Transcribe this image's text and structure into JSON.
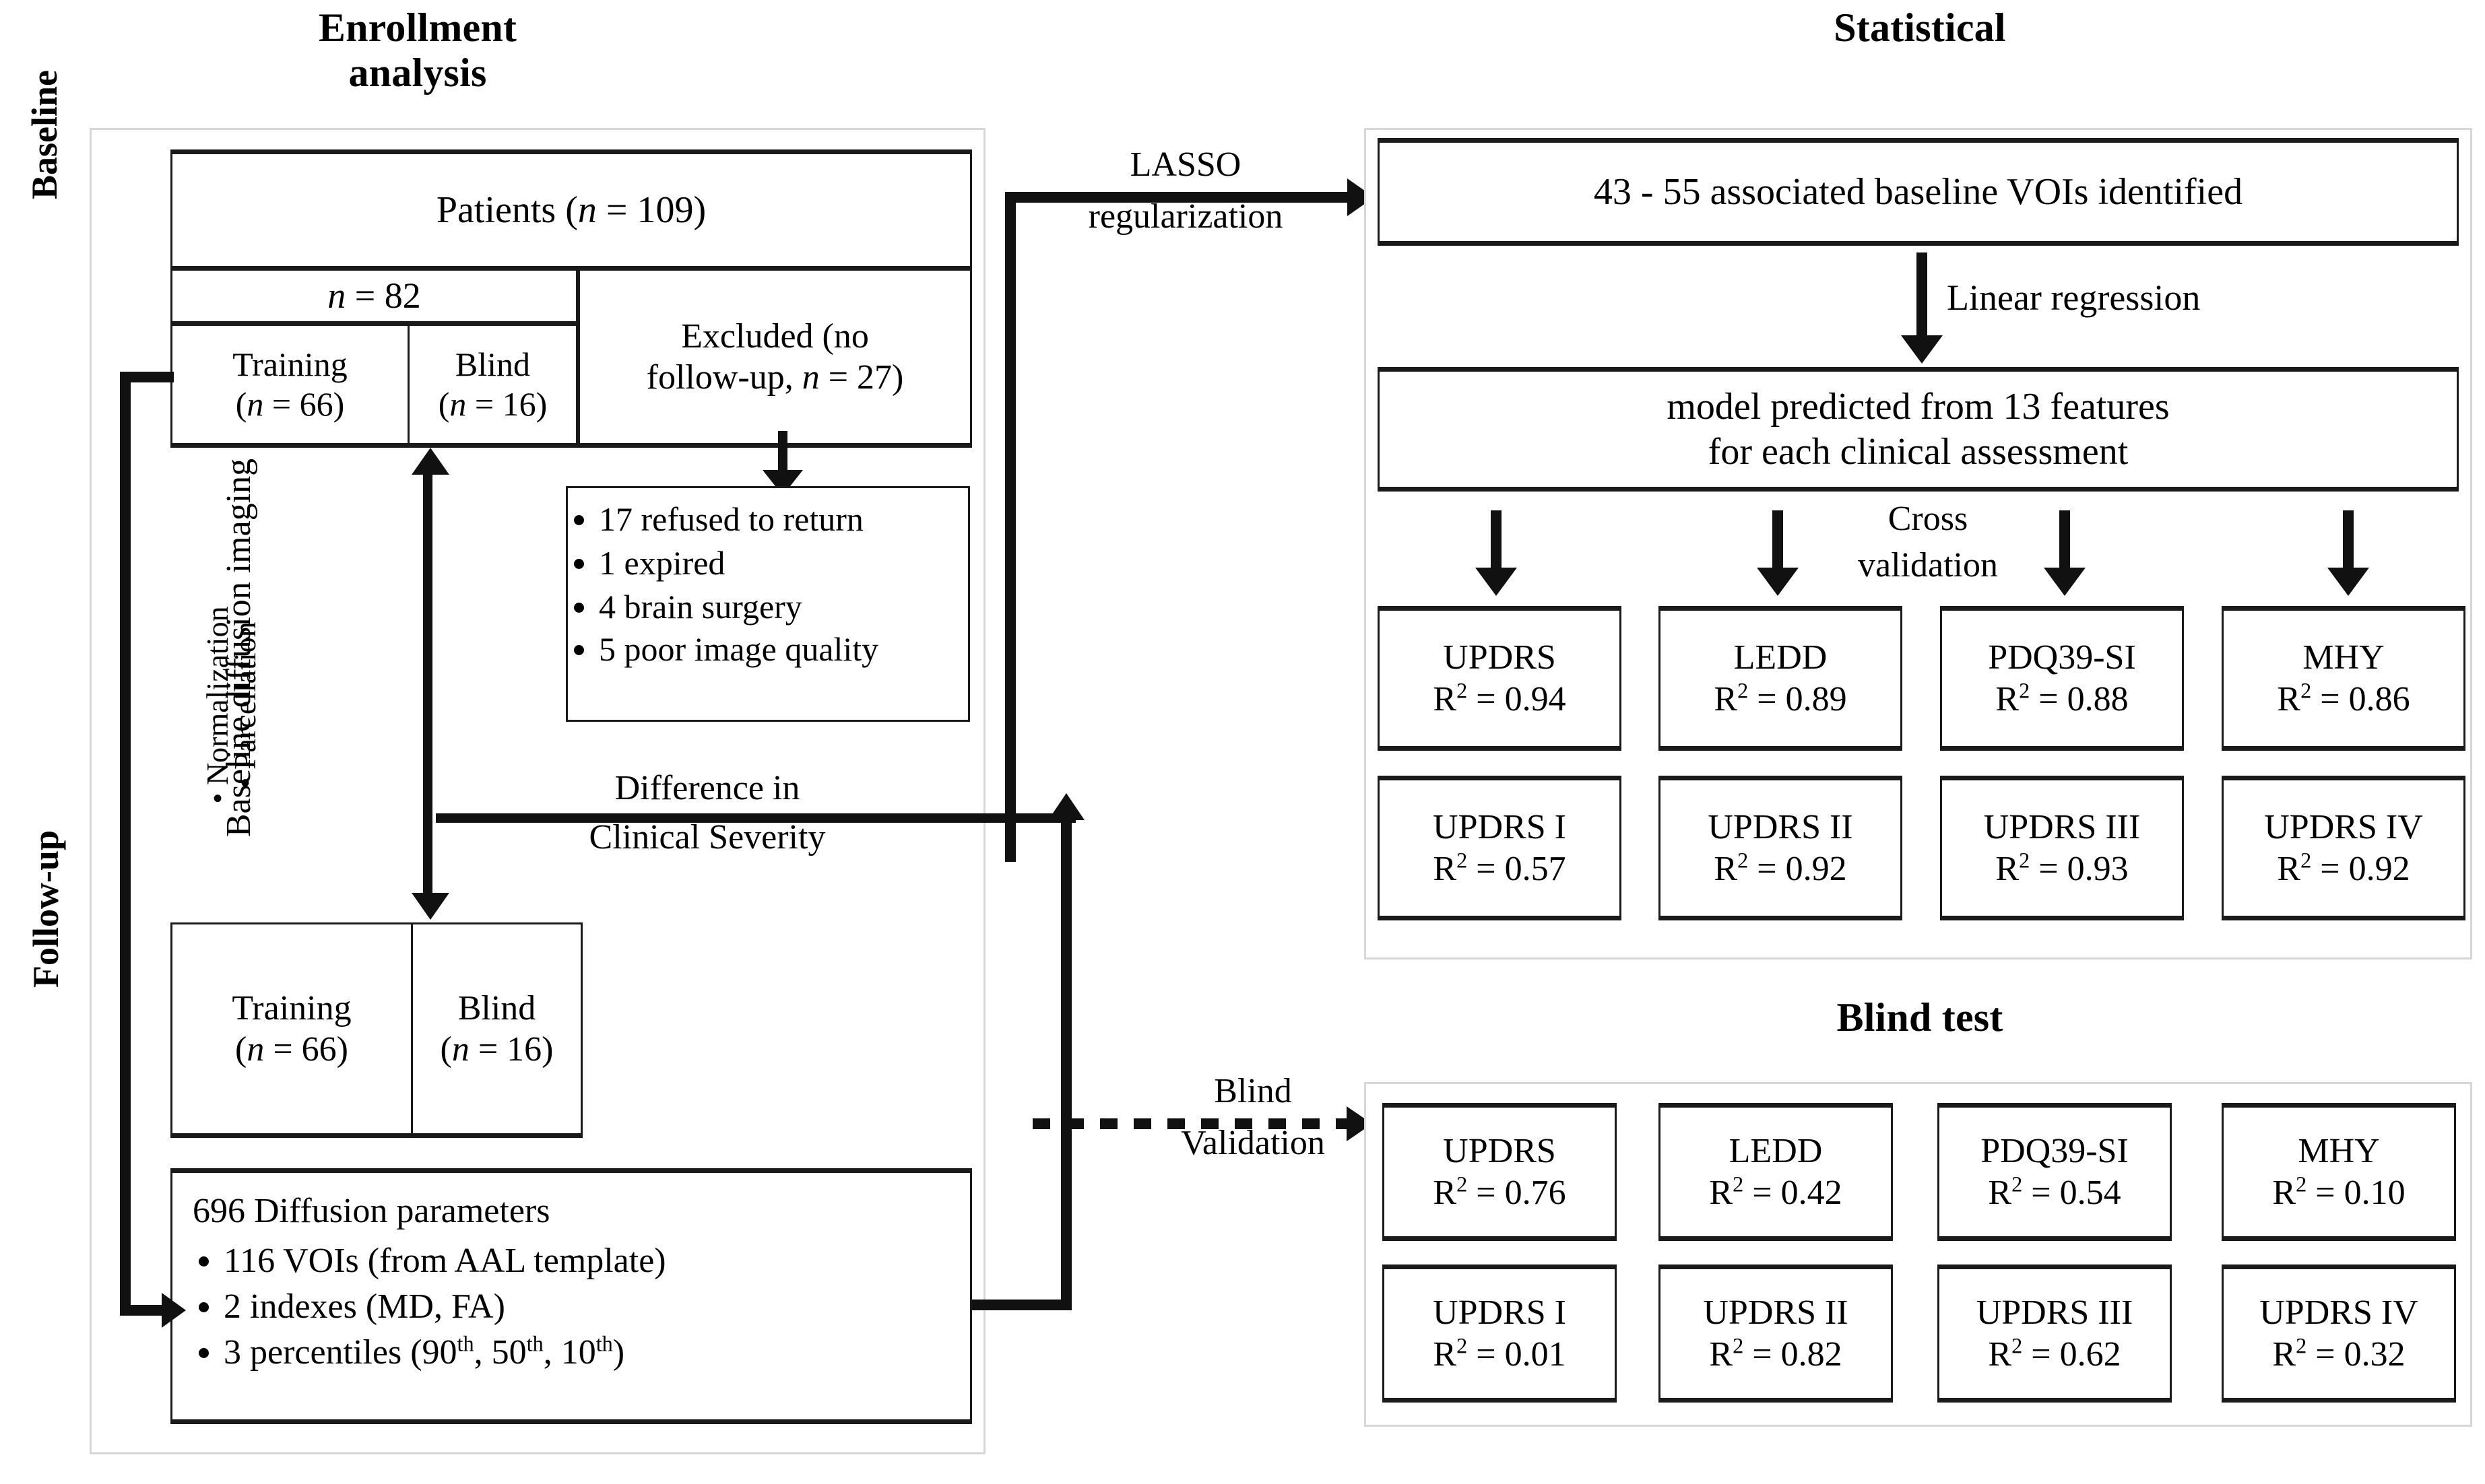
{
  "panels": {
    "enrollment_title_line1": "Enrollment",
    "enrollment_title_line2": "analysis",
    "statistical_title": "Statistical",
    "blind_test_title": "Blind test"
  },
  "side_labels": {
    "baseline": "Baseline",
    "followup": "Follow-up"
  },
  "enrollment": {
    "patients": "Patients (n = 109)",
    "n82": "n = 82",
    "training_baseline_line1": "Training",
    "training_baseline_line2": "(n = 66)",
    "blind_baseline_line1": "Blind",
    "blind_baseline_line2": "(n = 16)",
    "excluded_line1": "Excluded (no",
    "excluded_line2": "follow-up, n = 27)",
    "exclusion_reasons": [
      "17 refused to return",
      "1 expired",
      "4 brain surgery",
      "5 poor image quality"
    ],
    "processing_label": "Baseline diffusion imaging",
    "processing_steps": [
      "Normalization",
      "Parcellation"
    ],
    "difference_line1": "Difference in",
    "difference_line2": "Clinical Severity",
    "training_followup_line1": "Training",
    "training_followup_line2": "(n = 66)",
    "blind_followup_line1": "Blind",
    "blind_followup_line2": "(n = 16)",
    "diffusion_heading": "696 Diffusion parameters",
    "diffusion_items": [
      "116 VOIs (from AAL template)",
      "2 indexes (MD, FA)",
      "3 percentiles (90th, 50th, 10th)"
    ]
  },
  "arrows": {
    "lasso_line1": "LASSO",
    "lasso_line2": "regularization",
    "blind_line1": "Blind",
    "blind_line2": "Validation",
    "linear_regression": "Linear regression",
    "cross_line1": "Cross",
    "cross_line2": "validation"
  },
  "statistical": {
    "vois_identified": "43 - 55 associated baseline VOIs identified",
    "model_line1": "model predicted  from 13 features",
    "model_line2": "for each clinical assessment",
    "results_row1": [
      {
        "name": "UPDRS",
        "r2": "R2 = 0.94",
        "value": 0.94
      },
      {
        "name": "LEDD",
        "r2": "R2 = 0.89",
        "value": 0.89
      },
      {
        "name": "PDQ39-SI",
        "r2": "R2 = 0.88",
        "value": 0.88
      },
      {
        "name": "MHY",
        "r2": "R2 = 0.86",
        "value": 0.86
      }
    ],
    "results_row2": [
      {
        "name": "UPDRS I",
        "r2": "R2 = 0.57",
        "value": 0.57
      },
      {
        "name": "UPDRS II",
        "r2": "R2 = 0.92",
        "value": 0.92
      },
      {
        "name": "UPDRS III",
        "r2": "R2 = 0.93",
        "value": 0.93
      },
      {
        "name": "UPDRS IV",
        "r2": "R2 = 0.92",
        "value": 0.92
      }
    ]
  },
  "blind_test": {
    "results_row1": [
      {
        "name": "UPDRS",
        "r2": "R2 = 0.76",
        "value": 0.76
      },
      {
        "name": "LEDD",
        "r2": "R2 = 0.42",
        "value": 0.42
      },
      {
        "name": "PDQ39-SI",
        "r2": "R2 = 0.54",
        "value": 0.54
      },
      {
        "name": "MHY",
        "r2": "R2 = 0.10",
        "value": 0.1
      }
    ],
    "results_row2": [
      {
        "name": "UPDRS I",
        "r2": "R2 = 0.01",
        "value": 0.01
      },
      {
        "name": "UPDRS II",
        "r2": "R2 = 0.82",
        "value": 0.82
      },
      {
        "name": "UPDRS III",
        "r2": "R2 = 0.62",
        "value": 0.62
      },
      {
        "name": "UPDRS IV",
        "r2": "R2 = 0.32",
        "value": 0.32
      }
    ]
  },
  "colors": {
    "line": "#1a1a1a",
    "frame": "#d7d7d7",
    "background": "#ffffff"
  }
}
